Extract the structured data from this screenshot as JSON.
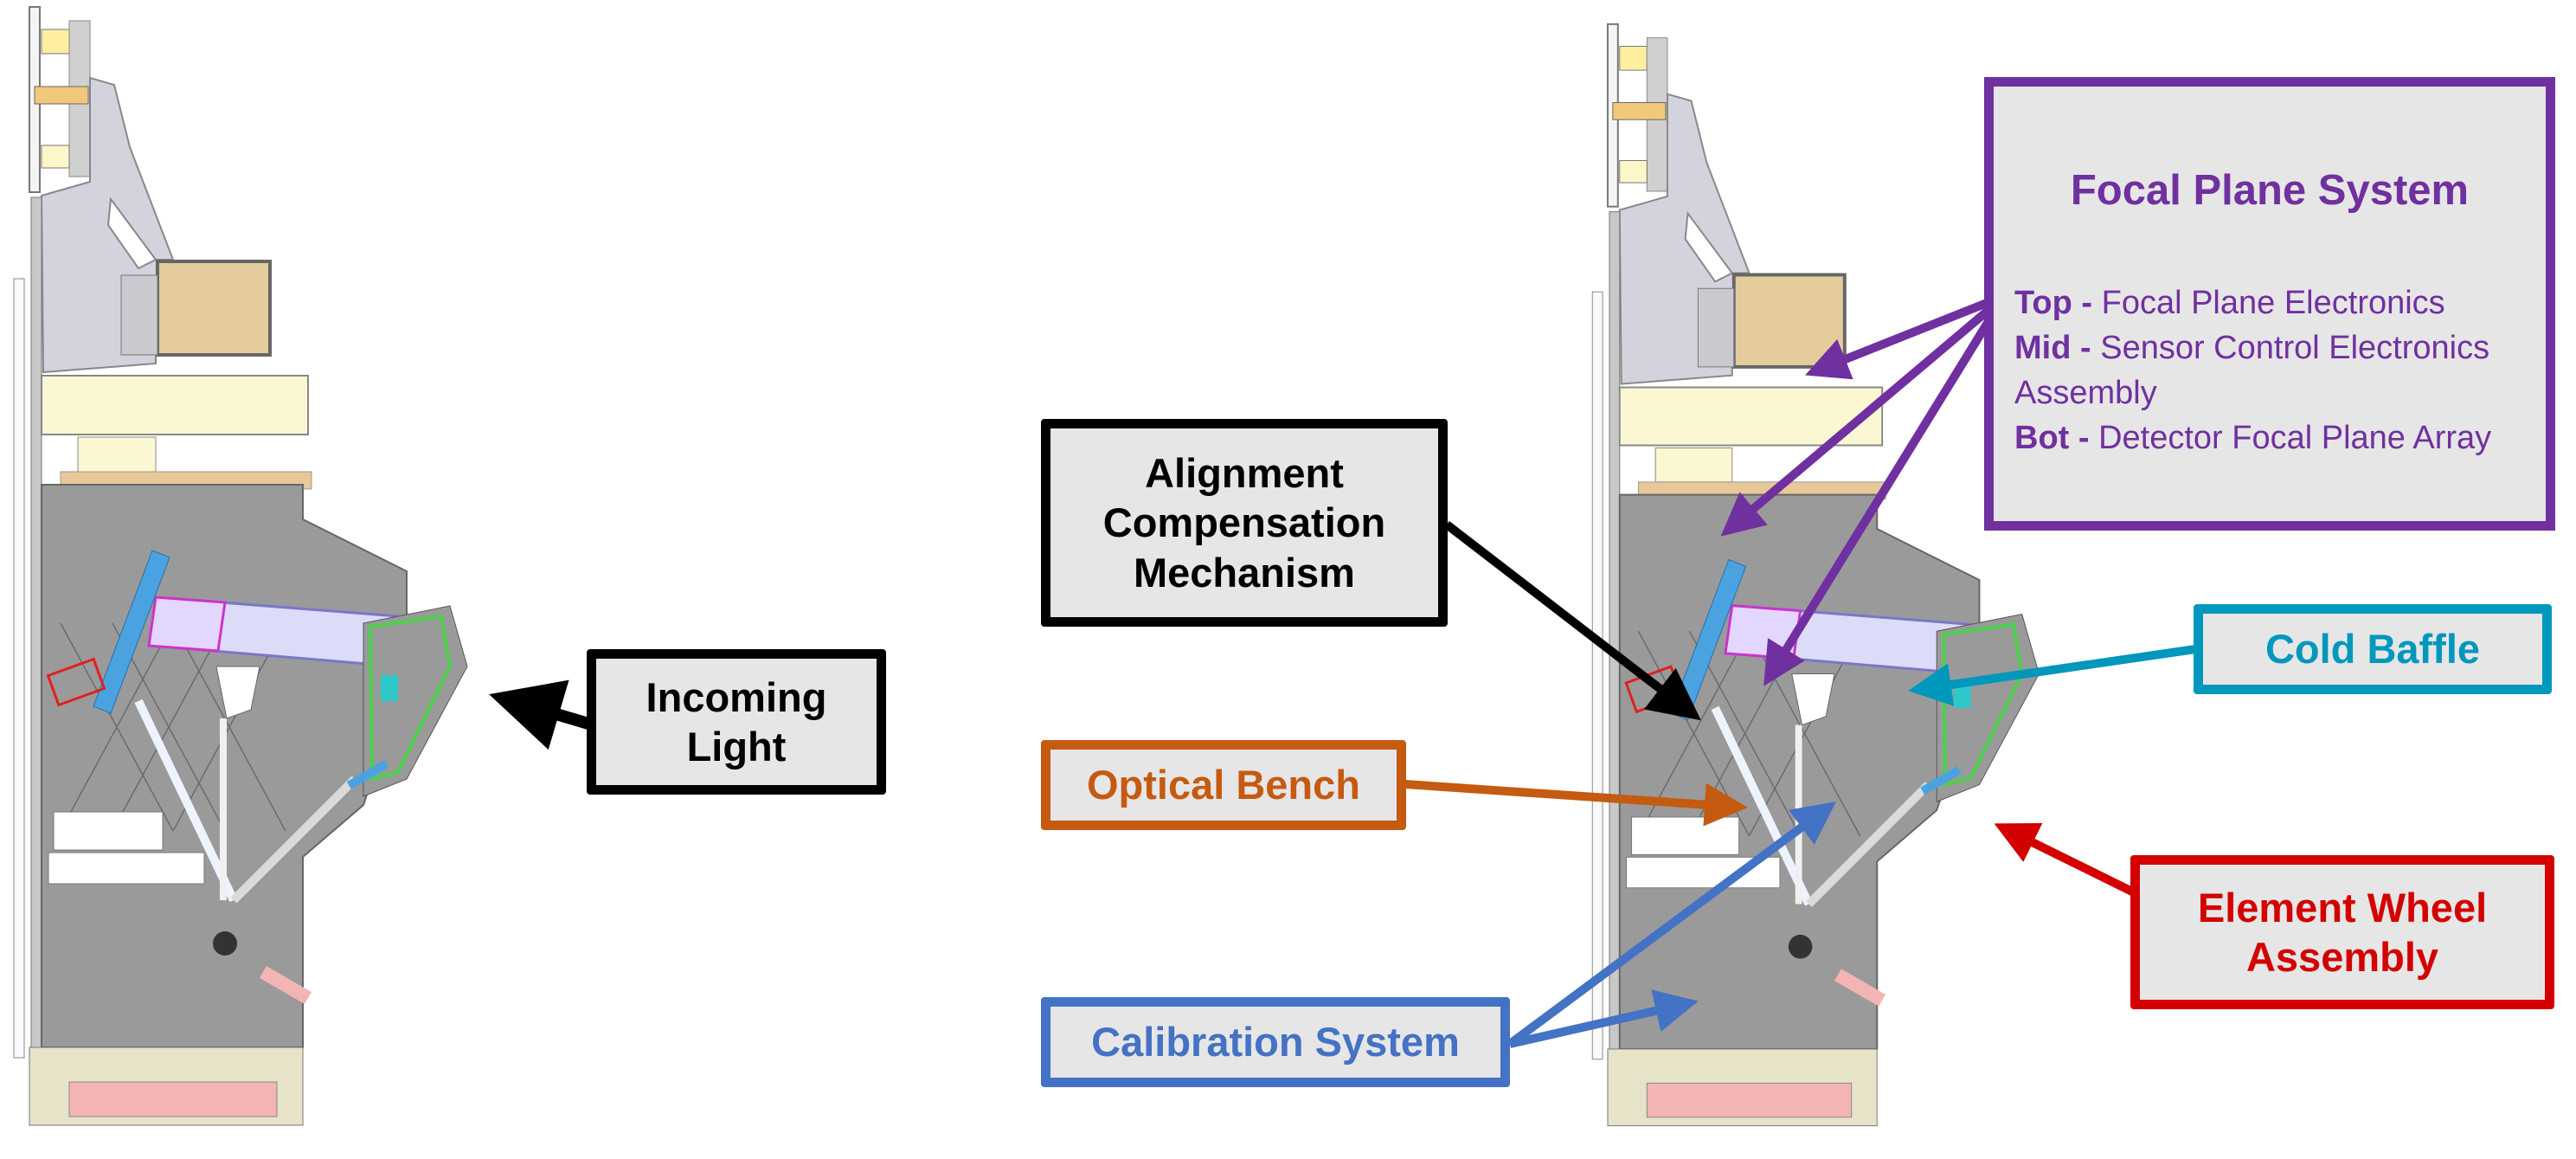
{
  "figure": {
    "subject": "Instrument cross-section cutaway (shown twice: unlabeled left view, annotated right view)"
  },
  "labels": {
    "incoming_light": {
      "lines": [
        "Incoming",
        "Light"
      ],
      "color": "#000000"
    },
    "alignment_compensation": {
      "lines": [
        "Alignment",
        "Compensation",
        "Mechanism"
      ],
      "color": "#000000"
    },
    "optical_bench": {
      "text": "Optical Bench",
      "color": "#c55a11"
    },
    "calibration_system": {
      "text": "Calibration System",
      "color": "#4472c4"
    },
    "cold_baffle": {
      "text": "Cold Baffle",
      "color": "#0097bd"
    },
    "element_wheel": {
      "lines": [
        "Element Wheel",
        "Assembly"
      ],
      "color": "#d40000"
    },
    "focal_plane_system": {
      "title": "Focal Plane System",
      "color": "#7030a0",
      "items": [
        {
          "key": "Top",
          "sep": " - ",
          "value": "Focal Plane Electronics"
        },
        {
          "key": "Mid",
          "sep": " - ",
          "value": "Sensor Control Electronics"
        },
        {
          "key": "",
          "sep": "",
          "value": "Assembly"
        },
        {
          "key": "Bot",
          "sep": " - ",
          "value": "Detector Focal Plane Array"
        }
      ]
    }
  },
  "colors": {
    "box_fill": "#e6e6e6",
    "housing_gray": "#9a9a9a",
    "light_gray": "#d2d3dc",
    "electronics_tan": "#e4cc9c",
    "pale_yellow": "#fbf7d2",
    "baffle_lavender": "#dcdcf8",
    "detector_blue": "#4aa3e0",
    "wheel_green": "#4bd14b",
    "cal_white": "#ffffff",
    "base_pink": "#f4b4b4"
  }
}
